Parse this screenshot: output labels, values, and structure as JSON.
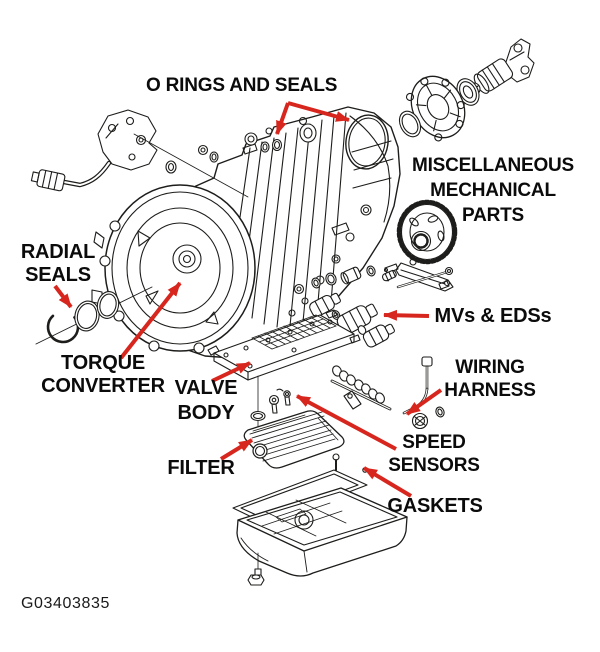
{
  "diagram": {
    "code": "G03403835",
    "arrow_color": "#d7261d",
    "line_color": "#1d1d1b",
    "background": "#ffffff",
    "labels": {
      "o_rings": "O RINGS AND SEALS",
      "misc_1": "MISCELLANEOUS",
      "misc_2": "MECHANICAL",
      "misc_3": "PARTS",
      "radial_1": "RADIAL",
      "radial_2": "SEALS",
      "torque_1": "TORQUE",
      "torque_2": "CONVERTER",
      "mvs": "MVs & EDSs",
      "valve_1": "VALVE",
      "valve_2": "BODY",
      "wiring_1": "WIRING",
      "wiring_2": "HARNESS",
      "speed_1": "SPEED",
      "speed_2": "SENSORS",
      "filter": "FILTER",
      "gaskets": "GASKETS"
    }
  }
}
